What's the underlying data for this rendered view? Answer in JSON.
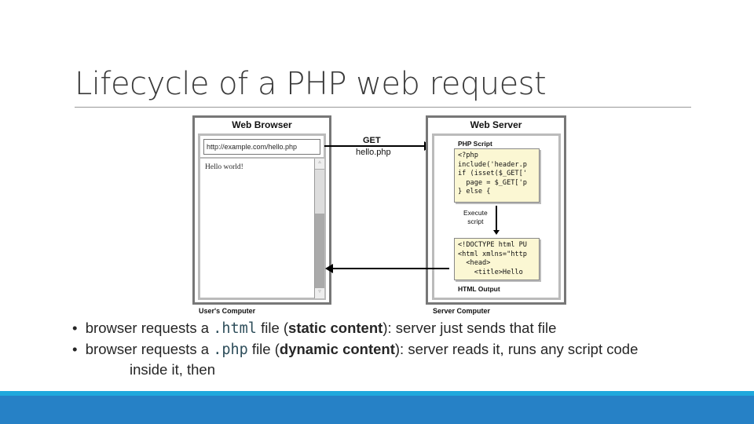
{
  "slide": {
    "title": "Lifecycle of a PHP web request"
  },
  "diagram": {
    "browser_title": "Web Browser",
    "address": "http://example.com/hello.php",
    "page_content": "Hello world!",
    "request_method": "GET",
    "request_file": "hello.php",
    "server_title": "Web Server",
    "php_script_label": "PHP Script",
    "php_code": "<?php\ninclude('header.p\nif (isset($_GET['\n  page = $_GET['p\n} else {",
    "execute_label": "Execute\nscript",
    "html_code": "<!DOCTYPE html PU\n<html xmlns=\"http\n  <head>\n    <title>Hello\n      ",
    "html_output_label": "HTML Output",
    "user_computer_label": "User's Computer",
    "server_computer_label": "Server Computer"
  },
  "bullets": [
    {
      "pre": "browser requests a ",
      "code": ".html",
      "mid": " file (",
      "bold": "static content",
      "post": "): server just sends that file"
    },
    {
      "pre": "browser requests a ",
      "code": ".php",
      "mid": " file (",
      "bold": "dynamic content",
      "post": "): server reads it, runs any script code",
      "cont": "inside it, then"
    }
  ],
  "colors": {
    "accent_bar": "#2681c6",
    "accent_stripe": "#1fa8dc"
  }
}
